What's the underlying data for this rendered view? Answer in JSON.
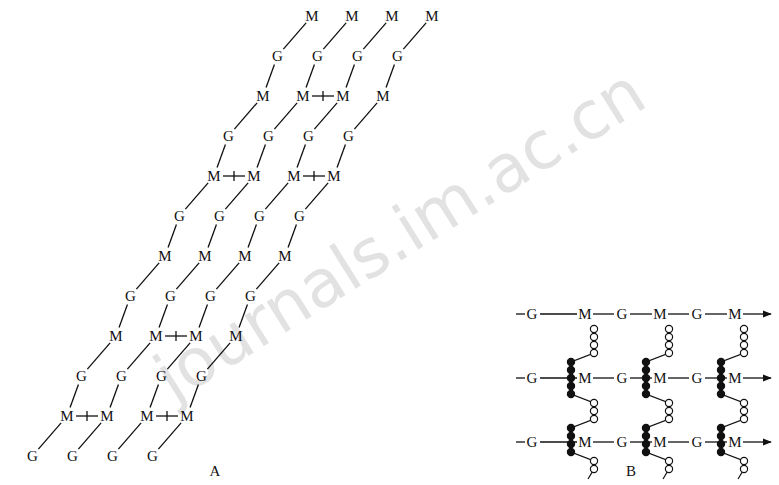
{
  "diagram": {
    "labels": [
      "M",
      "G",
      "M",
      "G",
      "M",
      "G",
      "M",
      "G",
      "M",
      "G",
      "M",
      "G",
      "M",
      "G",
      "M",
      "G",
      "M",
      "G",
      "M",
      "G",
      "M",
      "G",
      "M",
      "G",
      "M",
      "G",
      "M",
      "G",
      "M",
      "G",
      "M",
      "G",
      "M",
      "G",
      "M",
      "G",
      "M",
      "G",
      "M",
      "G",
      "M",
      "G",
      "M",
      "G",
      "M",
      "G",
      "M",
      "G",
      "G",
      "M",
      "G",
      "M",
      "G",
      "M",
      "G",
      "M",
      "G",
      "M",
      "G",
      "M",
      "G",
      "M",
      "G",
      "M",
      "G",
      "M",
      "A",
      "B",
      "journals.im.ac.cn"
    ]
  }
}
